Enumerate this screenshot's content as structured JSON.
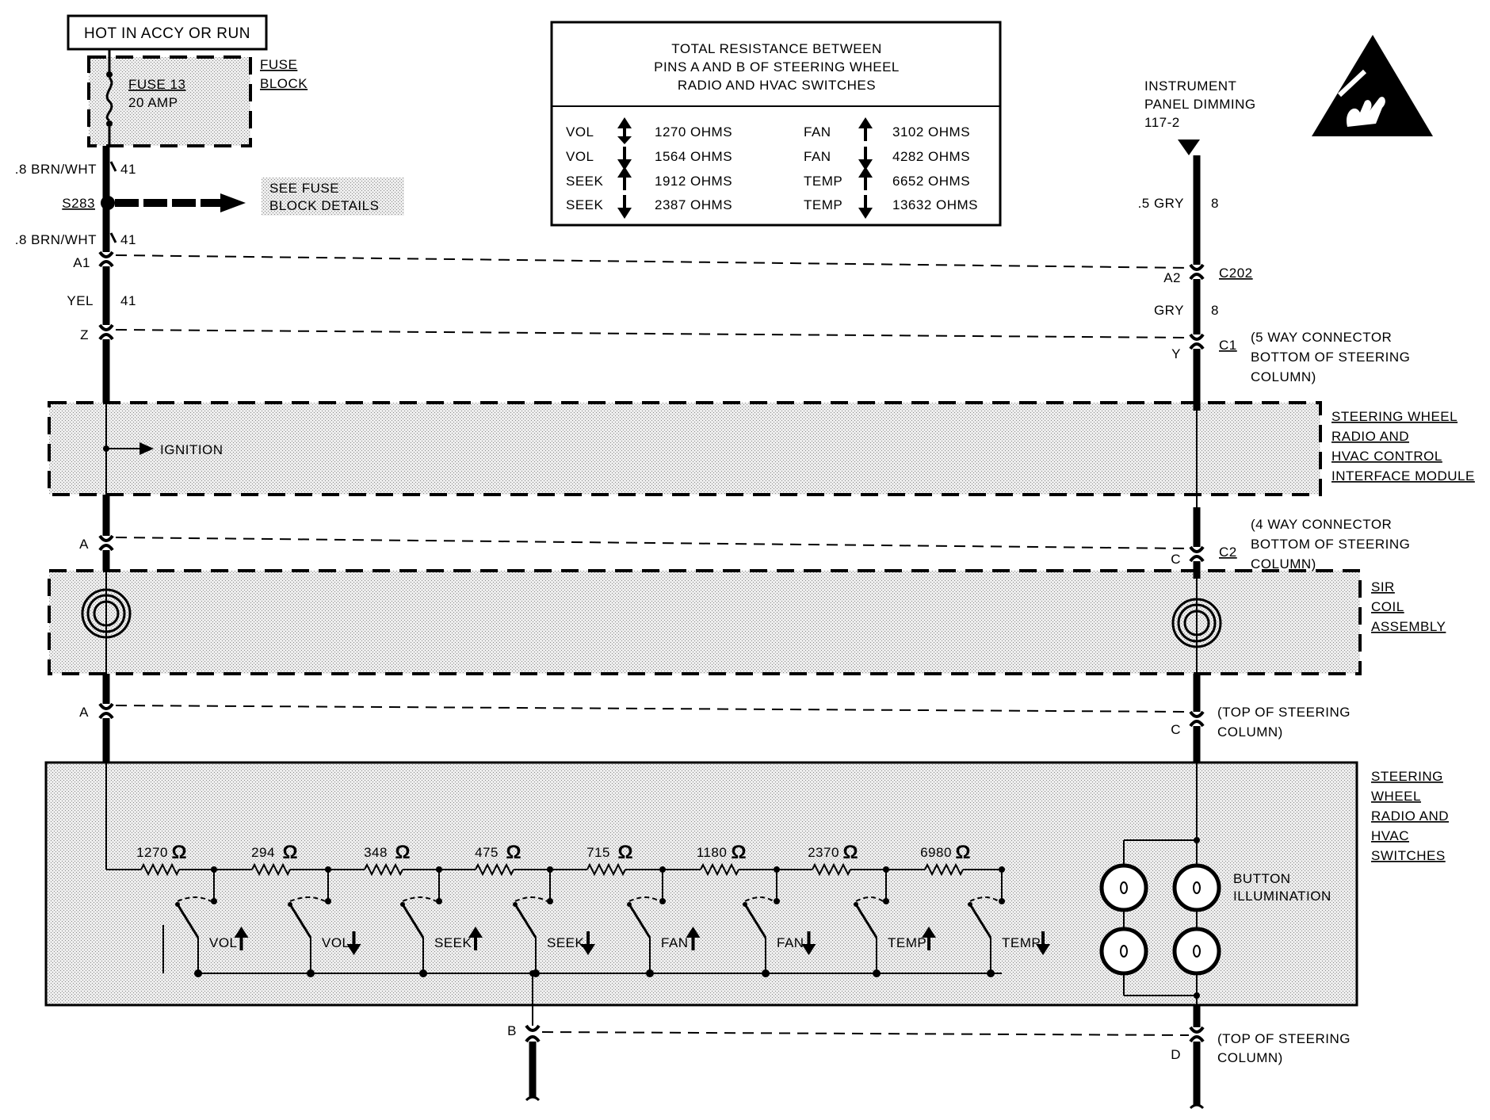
{
  "power": {
    "hot_label": "HOT IN ACCY OR RUN",
    "fuse_line1": "FUSE 13",
    "fuse_line2": "20 AMP",
    "fuse_block_line1": "FUSE",
    "fuse_block_line2": "BLOCK"
  },
  "left_wires": {
    "w1_label": ".8 BRN/WHT",
    "w1_circuit": "41",
    "splice": "S283",
    "see_fuse_line1": "SEE FUSE",
    "see_fuse_line2": "BLOCK DETAILS",
    "w2_label": ".8 BRN/WHT",
    "w2_circuit": "41",
    "pin_a1": "A1",
    "w3_label": "YEL",
    "w3_circuit": "41",
    "pin_z": "Z",
    "pin_a_c2": "A",
    "pin_a_top": "A",
    "pin_b": "B"
  },
  "resistance_table": {
    "title_line1": "TOTAL RESISTANCE BETWEEN",
    "title_line2": "PINS A AND B OF STEERING WHEEL",
    "title_line3": "RADIO AND HVAC SWITCHES",
    "rows": [
      {
        "l_name": "VOL",
        "l_dir": "up",
        "l_value": "1270 OHMS",
        "r_name": "FAN",
        "r_dir": "up",
        "r_value": "3102 OHMS"
      },
      {
        "l_name": "VOL",
        "l_dir": "down",
        "l_value": "1564 OHMS",
        "r_name": "FAN",
        "r_dir": "down",
        "r_value": "4282 OHMS"
      },
      {
        "l_name": "SEEK",
        "l_dir": "up",
        "l_value": "1912 OHMS",
        "r_name": "TEMP",
        "r_dir": "up",
        "r_value": "6652 OHMS"
      },
      {
        "l_name": "SEEK",
        "l_dir": "down",
        "l_value": "2387 OHMS",
        "r_name": "TEMP",
        "r_dir": "down",
        "r_value": "13632 OHMS"
      }
    ]
  },
  "right_wires": {
    "dimming_line1": "INSTRUMENT",
    "dimming_line2": "PANEL DIMMING",
    "dimming_line3": "117-2",
    "w1_label": ".5 GRY",
    "w1_circuit": "8",
    "pin_a2": "A2",
    "c202": "C202",
    "w2_label": "GRY",
    "w2_circuit": "8",
    "pin_y": "Y",
    "c1": "C1",
    "c1_note_line1": "(5 WAY CONNECTOR",
    "c1_note_line2": "BOTTOM OF STEERING",
    "c1_note_line3": "COLUMN)",
    "pin_c_c2": "C",
    "c2": "C2",
    "c2_note_line1": "(4 WAY CONNECTOR",
    "c2_note_line2": "BOTTOM OF STEERING",
    "c2_note_line3": "COLUMN)",
    "pin_c_top": "C",
    "top_note_line1": "(TOP OF STEERING",
    "top_note_line2": "COLUMN)",
    "pin_d": "D",
    "bottom_note_line1": "(TOP OF STEERING",
    "bottom_note_line2": "COLUMN)"
  },
  "module": {
    "ignition": "IGNITION",
    "name_line1": "STEERING WHEEL",
    "name_line2": "RADIO AND",
    "name_line3": "HVAC CONTROL",
    "name_line4": "INTERFACE MODULE"
  },
  "sir": {
    "line1": "SIR",
    "line2": "COIL",
    "line3": "ASSEMBLY"
  },
  "switches": {
    "name_line1": "STEERING",
    "name_line2": "WHEEL",
    "name_line3": "RADIO AND",
    "name_line4": "HVAC",
    "name_line5": "SWITCHES",
    "resistors": [
      "1270",
      "294",
      "348",
      "475",
      "715",
      "1180",
      "2370",
      "6980"
    ],
    "ohm_symbol": "Ω",
    "buttons": [
      {
        "name": "VOL",
        "dir": "up"
      },
      {
        "name": "VOL",
        "dir": "down"
      },
      {
        "name": "SEEK",
        "dir": "up"
      },
      {
        "name": "SEEK",
        "dir": "down"
      },
      {
        "name": "FAN",
        "dir": "up"
      },
      {
        "name": "FAN",
        "dir": "down"
      },
      {
        "name": "TEMP",
        "dir": "up"
      },
      {
        "name": "TEMP",
        "dir": "down"
      }
    ],
    "illum_line1": "BUTTON",
    "illum_line2": "ILLUMINATION"
  },
  "icons": {
    "esd": "esd-warning-icon"
  }
}
